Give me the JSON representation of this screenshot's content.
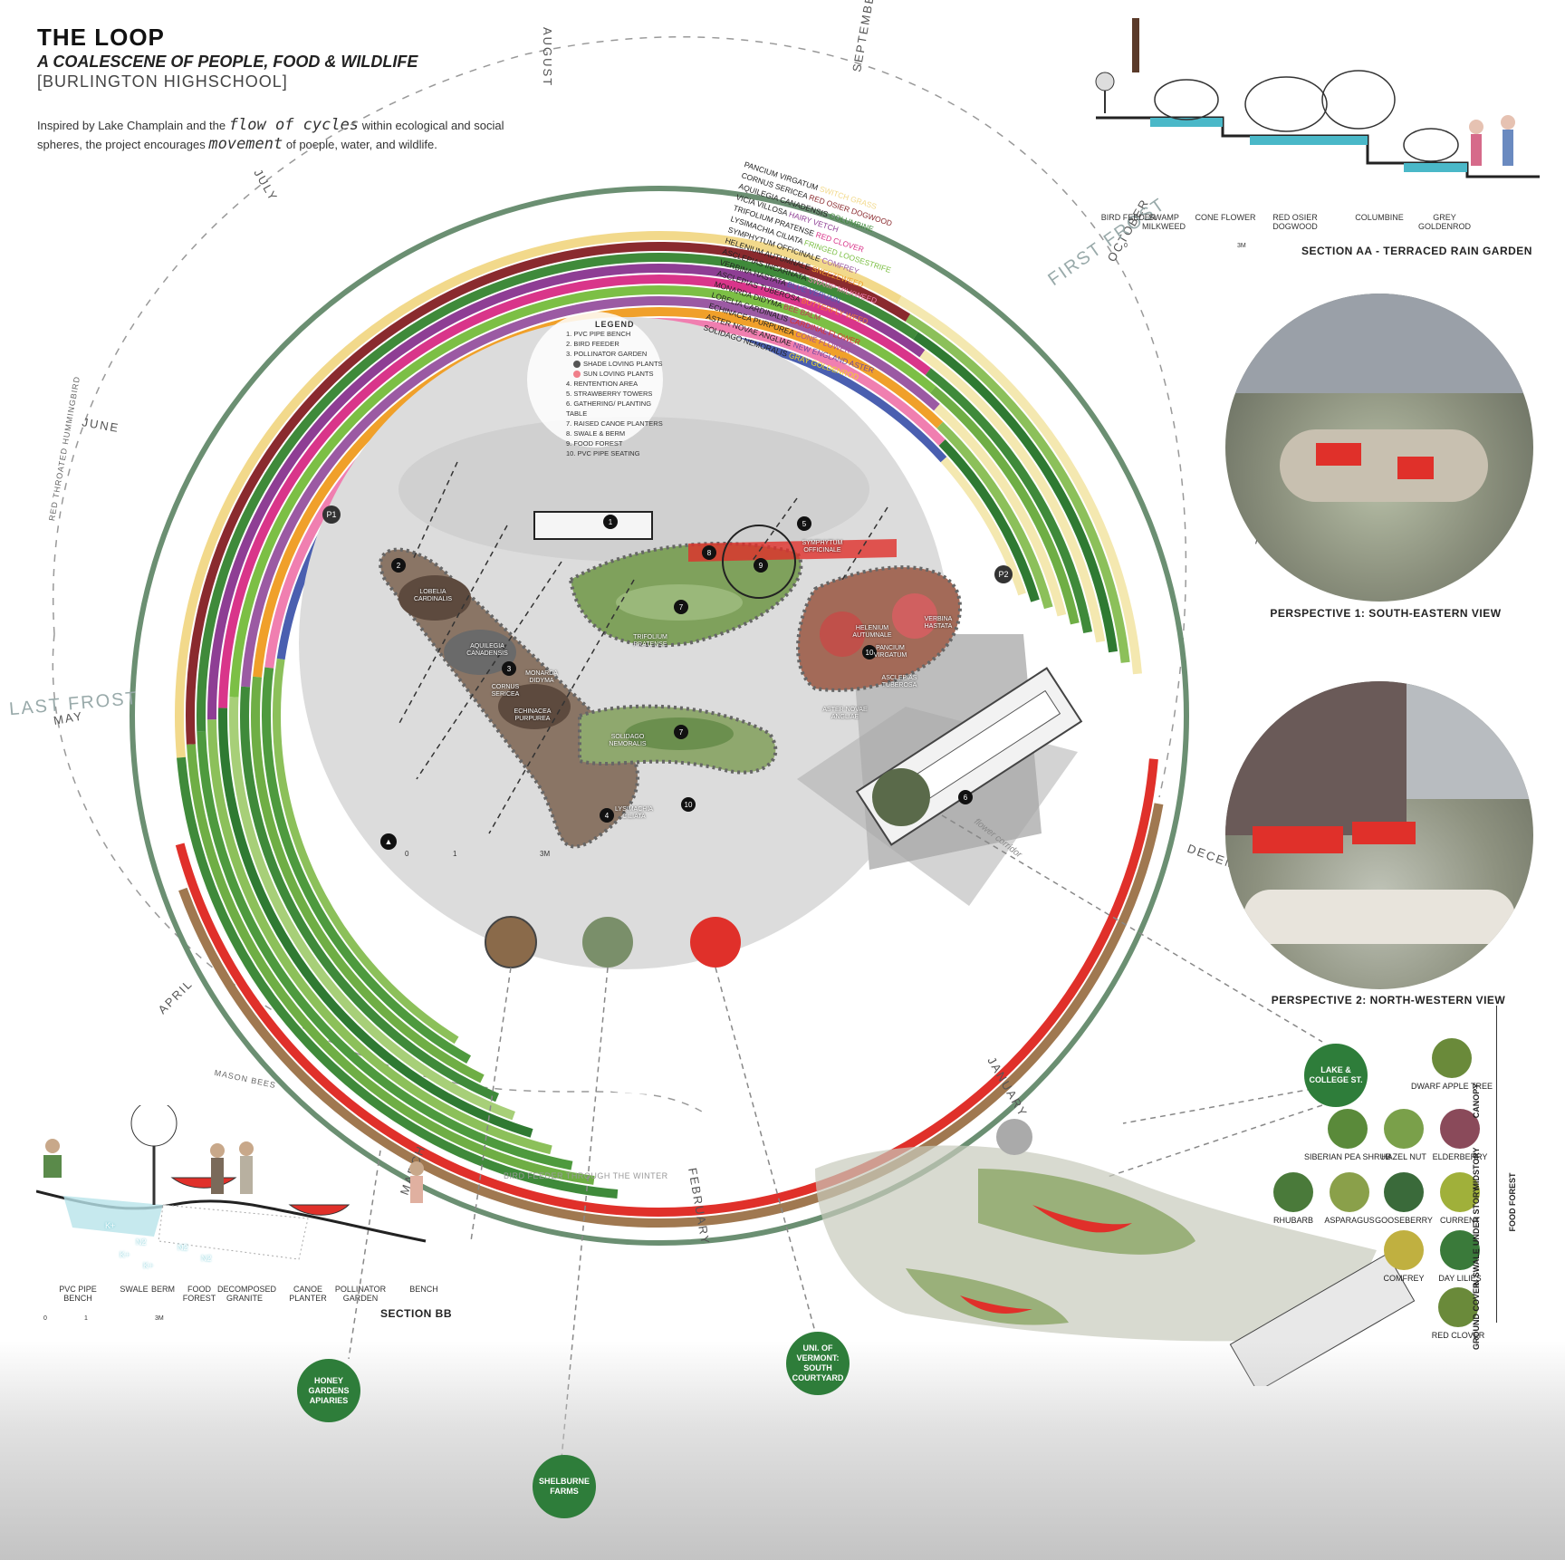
{
  "header": {
    "title": "THE LOOP",
    "subtitle": "A COALESCENE OF PEOPLE, FOOD & WILDLIFE",
    "school": "[BURLINGTON HIGHSCHOOL]"
  },
  "intro": {
    "part1": "Inspired by Lake Champlain and the",
    "emph1": "flow of cycles",
    "part2": "within ecological and social spheres, the project encourages",
    "emph2": "movement",
    "part3": "of poeple, water, and wildlife."
  },
  "months": [
    "JANUARY",
    "FEBRUARY",
    "MARCH",
    "APRIL",
    "MAY",
    "JUNE",
    "JULY",
    "AUGUST",
    "SEPTEMBER",
    "OCTOBER",
    "NOVEMBER",
    "DECEMBER"
  ],
  "frost": {
    "last": "LAST FROST",
    "first": "FIRST FROST"
  },
  "wildlife_labels": {
    "hummingbird": "RED THROATED HUMMINGBIRD",
    "mason_bees": "MASON BEES",
    "bird_feeder": "BIRD FEEDER THROUGH THE WINTER"
  },
  "plants": [
    {
      "latin": "PANCIUM VIRGATUM",
      "common": "SWITCH GRASS",
      "color": "#f2d98b"
    },
    {
      "latin": "CORNUS SERICEA",
      "common": "RED OSIER DOGWOOD",
      "color": "#8a2a2e"
    },
    {
      "latin": "AQUILEGIA CANADENSIS",
      "common": "COLUMBINE",
      "color": "#3f8a3a"
    },
    {
      "latin": "VICIA VILLOSA",
      "common": "HAIRY VETCH",
      "color": "#8e3e94"
    },
    {
      "latin": "TRIFOLIUM PRATENSE",
      "common": "RED CLOVER",
      "color": "#d9358a"
    },
    {
      "latin": "LYSIMACHIA CILIATA",
      "common": "FRINGED LOOSESTRIFE",
      "color": "#7cbf45"
    },
    {
      "latin": "SYMPHYTUM OFFICINALE",
      "common": "COMFREY",
      "color": "#9b5aa3"
    },
    {
      "latin": "HELENIUM AUTUMNALE",
      "common": "SNEEZEWEED",
      "color": "#f0a02a"
    },
    {
      "latin": "ASCLEPIAS INCARNATA",
      "common": "SWAMP MILKWEED",
      "color": "#f07fb0"
    },
    {
      "latin": "VERBINA HASTATA",
      "common": "BLUE VERVAIN",
      "color": "#4a5fb0"
    },
    {
      "latin": "ASCLEPIAS TUBEROSA",
      "common": "BUTTERFLY WEED",
      "color": "#f47a2a"
    },
    {
      "latin": "MONARDA DIDYMA",
      "common": "BEE BALM",
      "color": "#c8325a"
    },
    {
      "latin": "LOBELIA CARDINALIS",
      "common": "CARDINAL FLOWER",
      "color": "#e0302a"
    },
    {
      "latin": "ECHINACEA PURPUREA",
      "common": "CONE FLOWER",
      "color": "#a74f9c"
    },
    {
      "latin": "ASTER NOVAE ANGLIAE",
      "common": "NEW ENGLAND ASTER",
      "color": "#6f48a0"
    },
    {
      "latin": "SOLIDAGO NEMORALIS",
      "common": "GRAY GOLDENROD",
      "color": "#f4d820"
    }
  ],
  "legend": {
    "title": "LEGEND",
    "items": [
      "1. PVC PIPE BENCH",
      "2. BIRD FEEDER",
      "3. POLLINATOR GARDEN",
      "SHADE LOVING PLANTS",
      "SUN LOVING PLANTS",
      "4. RENTENTION AREA",
      "5. STRAWBERRY TOWERS",
      "6. GATHERING/ PLANTING TABLE",
      "7. RAISED CANOE PLANTERS",
      "8. SWALE & BERM",
      "9. FOOD FOREST",
      "10. PVC PIPE SEATING"
    ]
  },
  "plan": {
    "markers": [
      "1",
      "2",
      "3",
      "4",
      "5",
      "6",
      "7",
      "7",
      "8",
      "9",
      "10",
      "10"
    ],
    "views": [
      "P1",
      "P2"
    ],
    "scale": [
      "0",
      "1",
      "3M"
    ],
    "bed_labels": [
      "AQUILEGIA CANADENSIS",
      "LOBELIA CARDINALIS",
      "MONARDA DIDYMA",
      "CORNUS SERICEA",
      "ECHINACEA PURPUREA",
      "TRIFOLIUM PRATENSE",
      "SYMPHYTUM OFFICINALE",
      "HELENIUM AUTUMNALE",
      "SOLIDAGO NEMORALIS",
      "VERBINA HASTATA",
      "PANCIUM VIRGATUM",
      "ASTER NOVAE ANGLIAE",
      "ASCLEPIAS TUBEROSA",
      "LYSIMACHIA CILIATA"
    ],
    "corridor": "flower corridor"
  },
  "section_aa": {
    "title": "SECTION AA - TERRACED RAIN GARDEN",
    "labels": [
      "BIRD FEEDER",
      "SWAMP MILKWEED",
      "CONE FLOWER",
      "RED OSIER DOGWOOD",
      "COLUMBINE",
      "GREY GOLDENROD"
    ],
    "scale": [
      "0",
      "3M"
    ]
  },
  "perspectives": {
    "p1": "PERSPECTIVE 1: SOUTH-EASTERN VIEW",
    "p2": "PERSPECTIVE 2: NORTH-WESTERN VIEW"
  },
  "section_bb": {
    "title": "SECTION BB",
    "labels": [
      "PVC PIPE BENCH",
      "SWALE",
      "BERM",
      "FOOD FOREST",
      "DECOMPOSED GRANITE",
      "CANOE PLANTER",
      "POLLINATOR GARDEN",
      "BENCH"
    ],
    "scale": [
      "0",
      "1",
      "3M"
    ],
    "nutrients": [
      "K+",
      "N2",
      "K+",
      "N2",
      "K+",
      "N2"
    ]
  },
  "network": [
    {
      "name": "LAKE & COLLEGE ST."
    },
    {
      "name": "HONEY GARDENS APIARIES"
    },
    {
      "name": "SHELBURNE FARMS"
    },
    {
      "name": "UNI. OF VERMONT: SOUTH COURTYARD"
    }
  ],
  "food_forest": {
    "layers": [
      "CANOPY",
      "MIDSTORY",
      "UNDER STORY",
      "IN SWALE",
      "GROUND COVER"
    ],
    "group": "FOOD FOREST",
    "canopy": [
      "DWARF APPLE TREE"
    ],
    "midstory": [
      "SIBERIAN PEA SHRUB",
      "HAZEL NUT",
      "ELDERBERRY"
    ],
    "understory": [
      "RHUBARB",
      "ASPARAGUS",
      "GOOSEBERRY",
      "CURRENT"
    ],
    "swale": [
      "COMFREY",
      "DAY LILIES"
    ],
    "ground": [
      "RED CLOVER"
    ]
  },
  "colors": {
    "node_green": "#2e7d3a",
    "outer_ring": "#6b8f72",
    "ring_red": "#e0302a",
    "ring_brown": "#a07850"
  }
}
